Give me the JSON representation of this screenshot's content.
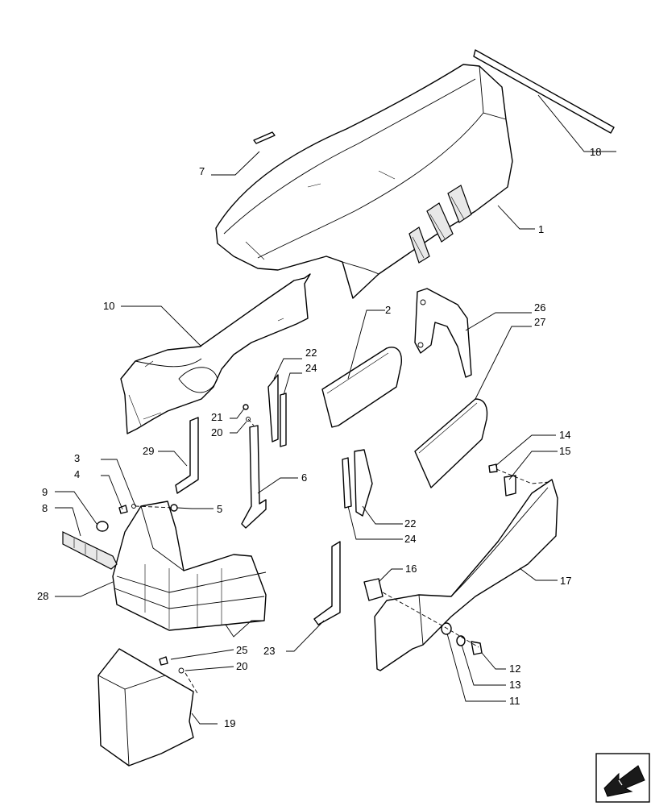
{
  "diagram": {
    "callouts": {
      "c1": "1",
      "c2": "2",
      "c3": "3",
      "c4": "4",
      "c5": "5",
      "c6": "6",
      "c7": "7",
      "c8": "8",
      "c9": "9",
      "c10": "10",
      "c11": "11",
      "c12": "12",
      "c13": "13",
      "c14": "14",
      "c15": "15",
      "c16": "16",
      "c17": "17",
      "c18": "18",
      "c19": "19",
      "c20a": "20",
      "c20b": "20",
      "c21": "21",
      "c22a": "22",
      "c22b": "22",
      "c23": "23",
      "c24a": "24",
      "c24b": "24",
      "c25": "25",
      "c26": "26",
      "c27": "27",
      "c28": "28",
      "c29": "29"
    },
    "nav_icon": "next-page-arrow-icon"
  }
}
